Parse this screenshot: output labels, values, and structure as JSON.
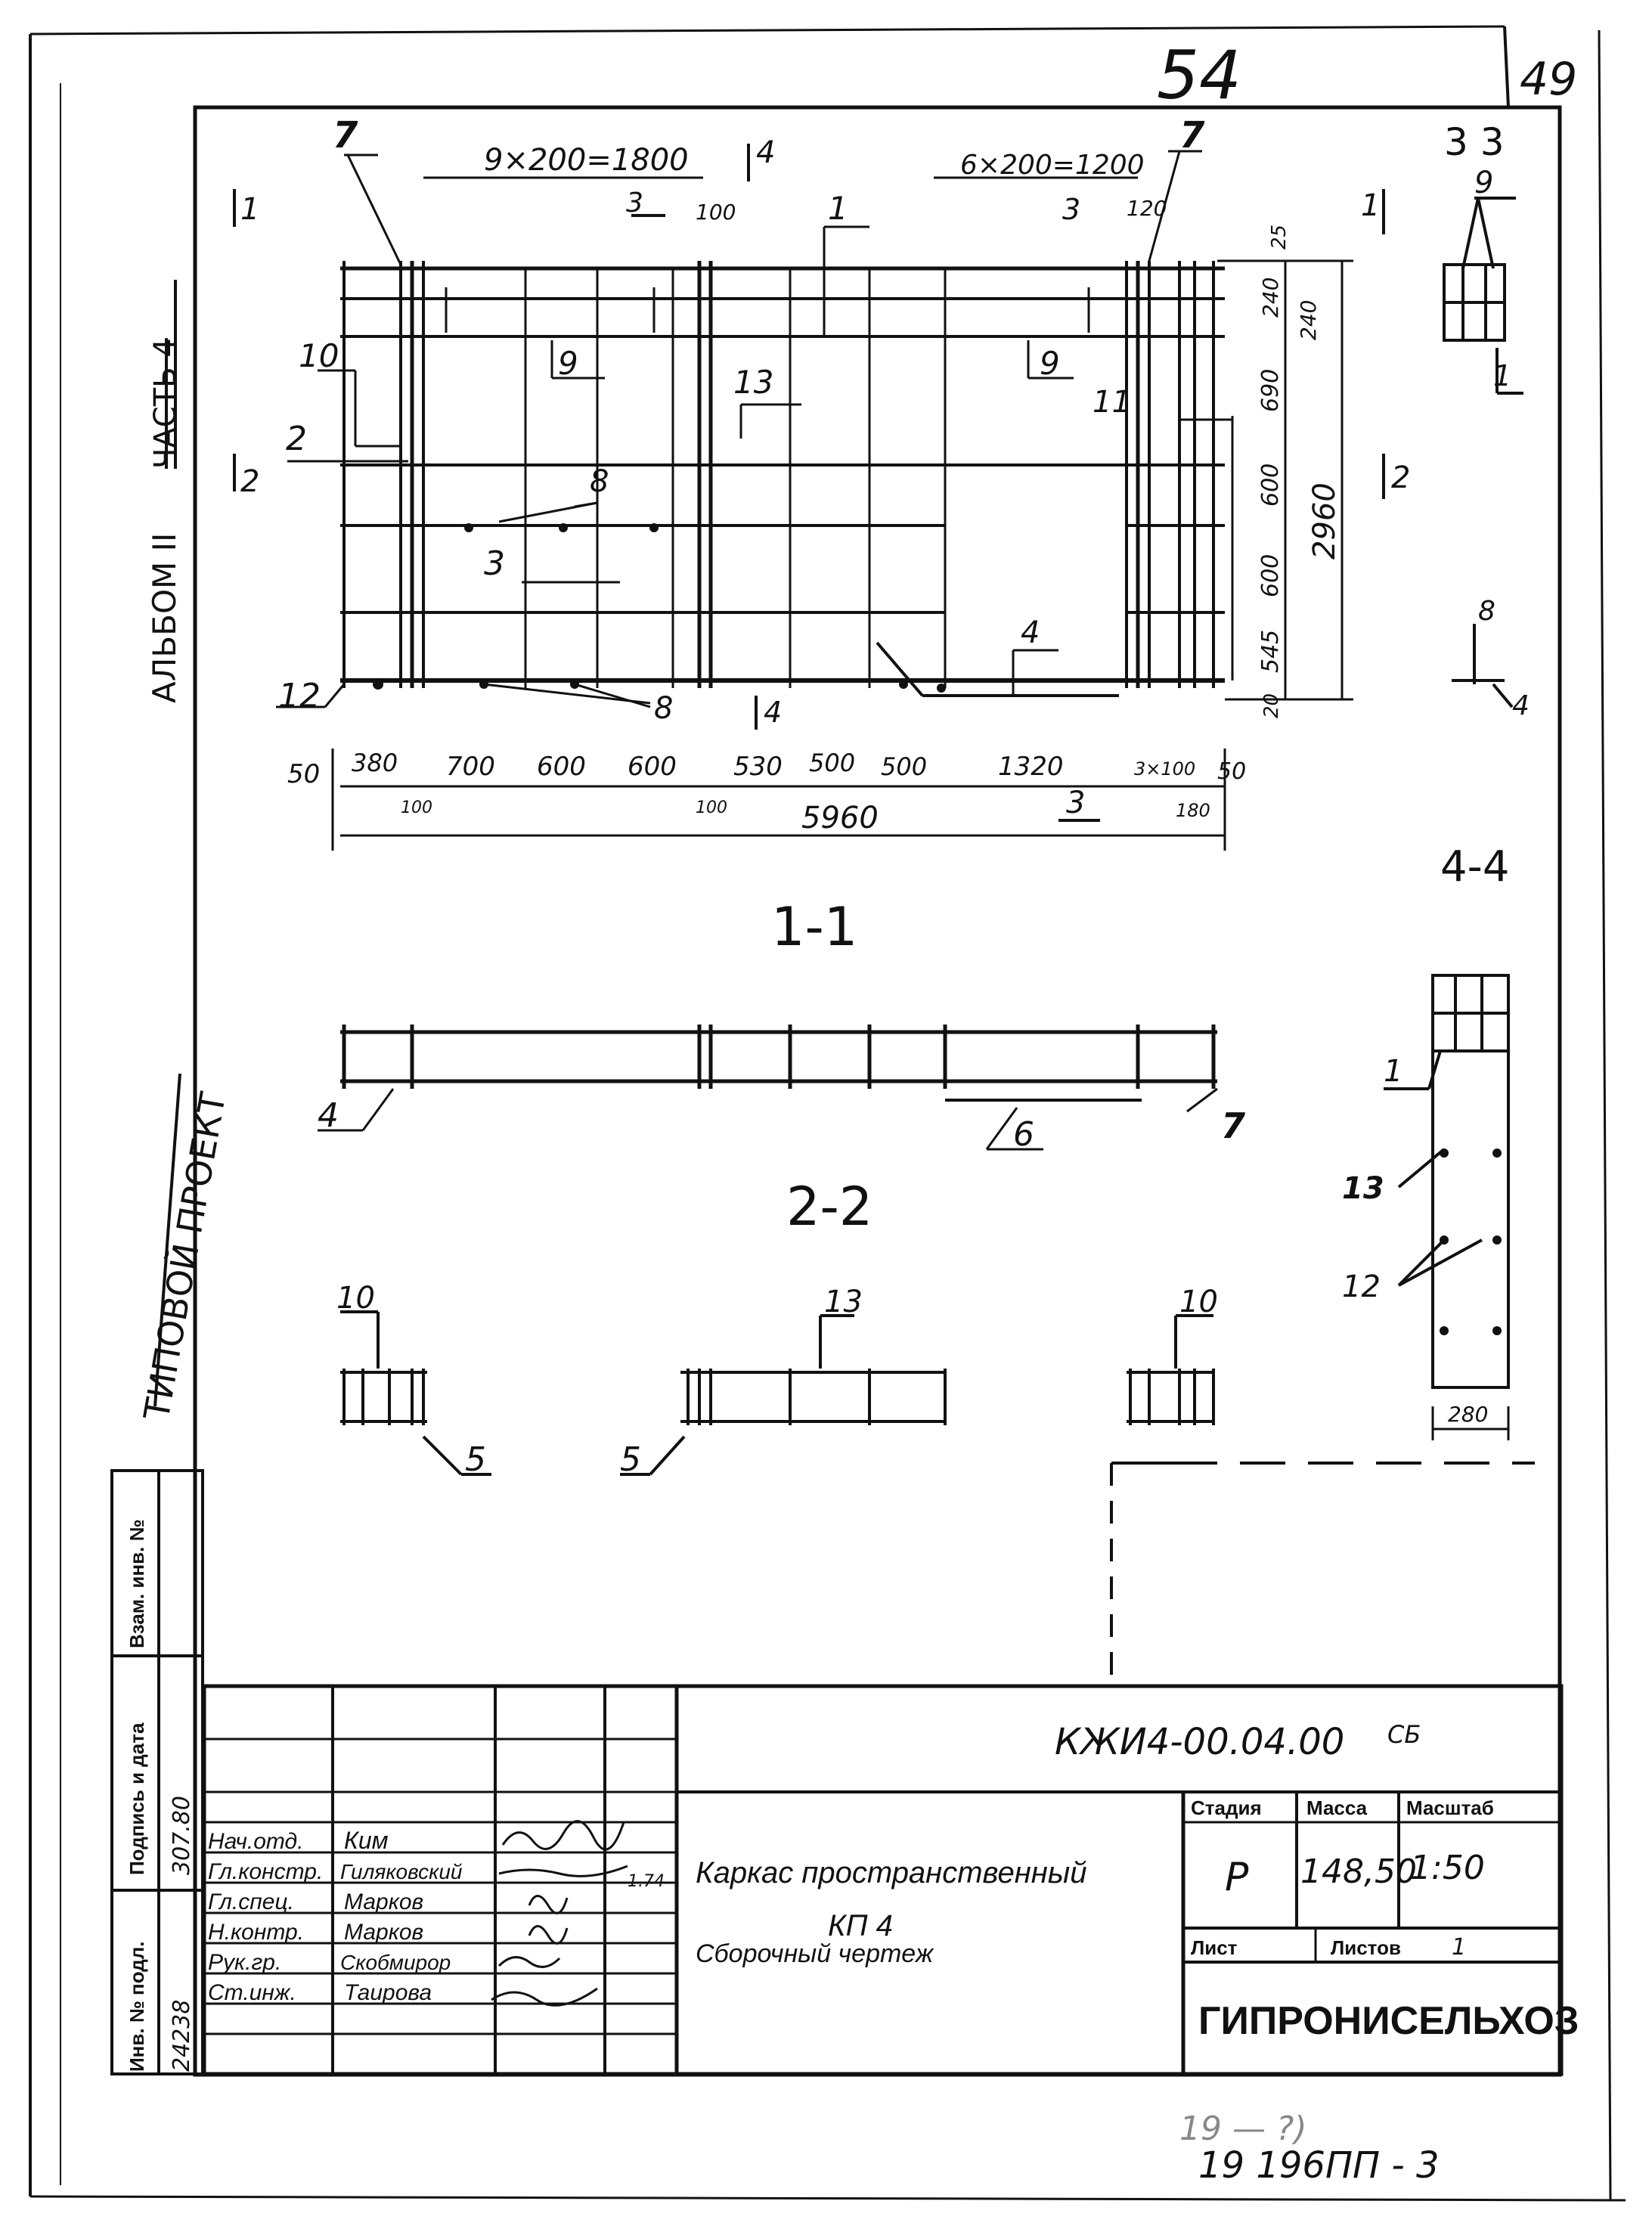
{
  "sheet": {
    "top_number": "54",
    "corner_number": "49",
    "bottom_note": "19 196ПП - 3",
    "bottom_scribble": "19 — ?)"
  },
  "side_margin": {
    "album": "АЛЬБОМ II",
    "album_crossed": "ЧАСТЬ 4",
    "project": "ТИПОВОЙ ПРОЕКТ"
  },
  "side_stamp": {
    "inv_original": "Инв. № подл.",
    "signature_date": "Подпись и дата",
    "replaced_inv": "Взам. инв. №",
    "inv_value": "24238",
    "date_value": "307.80"
  },
  "views": {
    "section_1_1": "1-1",
    "section_2_2": "2-2",
    "section_3_3": "3 3",
    "section_4_4": "4-4"
  },
  "dimensions": {
    "top_left": "9×200=1800",
    "top_right": "6×200=1200",
    "d100": "100",
    "d120": "120",
    "right_stack": [
      "25",
      "240",
      "240",
      "690",
      "600",
      "600",
      "545",
      "20"
    ],
    "total_height": "2960",
    "bottom_row": [
      "50",
      "380",
      "700",
      "600",
      "600",
      "530",
      "500",
      "500",
      "1320",
      "3×100",
      "50"
    ],
    "bottom_small": [
      "100",
      "100",
      "180"
    ],
    "total_length": "5960",
    "width_4_4": "280"
  },
  "callouts": {
    "c1": "1",
    "c2": "2",
    "c3": "3",
    "c4": "4",
    "c5": "5",
    "c6": "6",
    "c7": "7",
    "c8": "8",
    "c9": "9",
    "c10": "10",
    "c11": "11",
    "c12": "12",
    "c13": "13"
  },
  "title_block": {
    "doc_code": "КЖИ4-00.04.00",
    "doc_code_suffix": "СБ",
    "title_line1": "Каркас пространственный",
    "title_line2": "КП 4",
    "title_line3": "Сборочный чертеж",
    "col_stage": "Стадия",
    "col_mass": "Масса",
    "col_scale": "Масштаб",
    "stage": "Р",
    "mass": "148,50",
    "scale": "1:50",
    "sheet_label": "Лист",
    "sheet_value": "",
    "sheets_label": "Листов",
    "sheets_value": "1",
    "organization": "ГИПРОНИСЕЛЬХОЗ",
    "rev_mark": "1.74",
    "staff": [
      {
        "role": "Нач.отд.",
        "name": "Ким"
      },
      {
        "role": "Гл.констр.",
        "name": "Гиляковский"
      },
      {
        "role": "Гл.спец.",
        "name": "Марков"
      },
      {
        "role": "Н.контр.",
        "name": "Марков"
      },
      {
        "role": "Рук.гр.",
        "name": "Скобмирор"
      },
      {
        "role": "Ст.инж.",
        "name": "Таирова"
      }
    ]
  }
}
